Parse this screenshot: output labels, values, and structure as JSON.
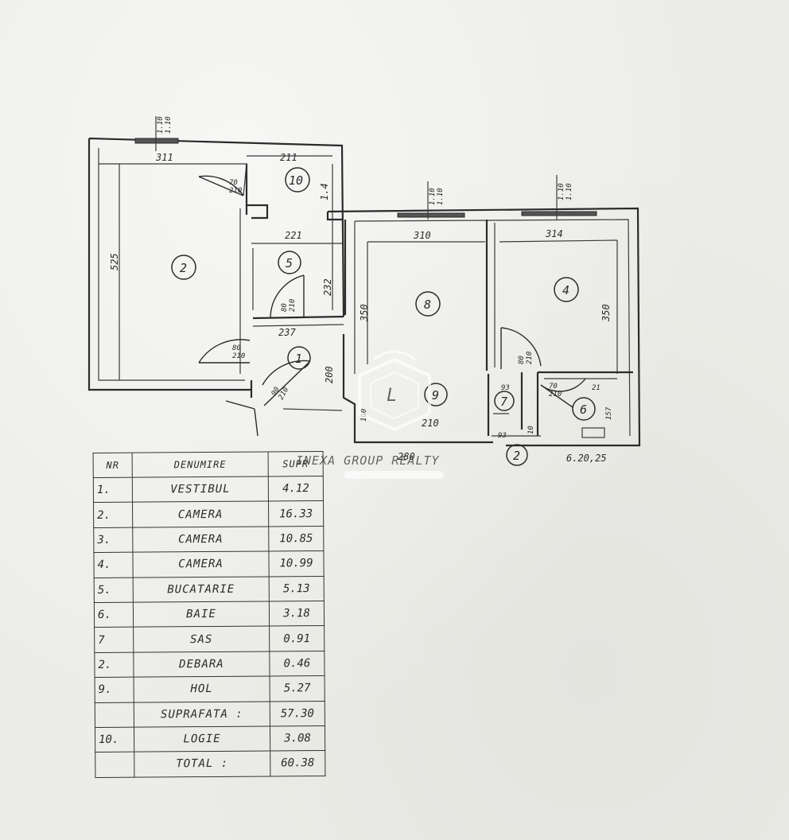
{
  "plan": {
    "room_numbers": {
      "r1": "1",
      "r2": "2",
      "r3": "8",
      "r4": "4",
      "r5": "5",
      "r6": "6",
      "r7": "7",
      "r8": "2",
      "r9": "9",
      "r10": "10"
    },
    "dimensions": {
      "win_left": "1.10\n1.10",
      "width_311": "311",
      "width_211": "211",
      "height_525": "525",
      "loggia_14": "1.4",
      "door_top": "70\n210",
      "width_221": "221",
      "height_232": "232",
      "door_kitchen": "80\n210",
      "width_237": "237",
      "door_bed2": "80\n210",
      "door_entry": "90\n210",
      "height_200": "200",
      "width_310": "310",
      "width_314": "314",
      "win_mid": "1.10\n1.10",
      "win_right": "1.10\n1.10",
      "height_350_left": "350",
      "height_350_right": "350",
      "door_bed3": "80\n210",
      "sas_93": "93",
      "door_bath": "70\n210",
      "width_21": "21",
      "height_157": "157",
      "hol_210": "210",
      "hol_bottom": "280",
      "sas_bottom": "93",
      "dim_10": "10",
      "side_160": "160",
      "bottom_right": "6.20,25"
    }
  },
  "watermark": {
    "text": "INEXA GROUP REALTY"
  },
  "table": {
    "headers": {
      "nr": "NR",
      "name": "DENUMIRE",
      "area": "SUPR"
    },
    "rows": [
      {
        "nr": "1.",
        "name": "VESTIBUL",
        "area": "4.12"
      },
      {
        "nr": "2.",
        "name": "CAMERA",
        "area": "16.33"
      },
      {
        "nr": "3.",
        "name": "CAMERA",
        "area": "10.85"
      },
      {
        "nr": "4.",
        "name": "CAMERA",
        "area": "10.99"
      },
      {
        "nr": "5.",
        "name": "BUCATARIE",
        "area": "5.13"
      },
      {
        "nr": "6.",
        "name": "BAIE",
        "area": "3.18"
      },
      {
        "nr": "7",
        "name": "SAS",
        "area": "0.91"
      },
      {
        "nr": "2.",
        "name": "DEBARA",
        "area": "0.46"
      },
      {
        "nr": "9.",
        "name": "HOL",
        "area": "5.27"
      },
      {
        "nr": "",
        "name": "SUPRAFATA :",
        "area": "57.30"
      },
      {
        "nr": "10.",
        "name": "LOGIE",
        "area": "3.08"
      },
      {
        "nr": "",
        "name": "TOTAL :",
        "area": "60.38"
      }
    ]
  }
}
